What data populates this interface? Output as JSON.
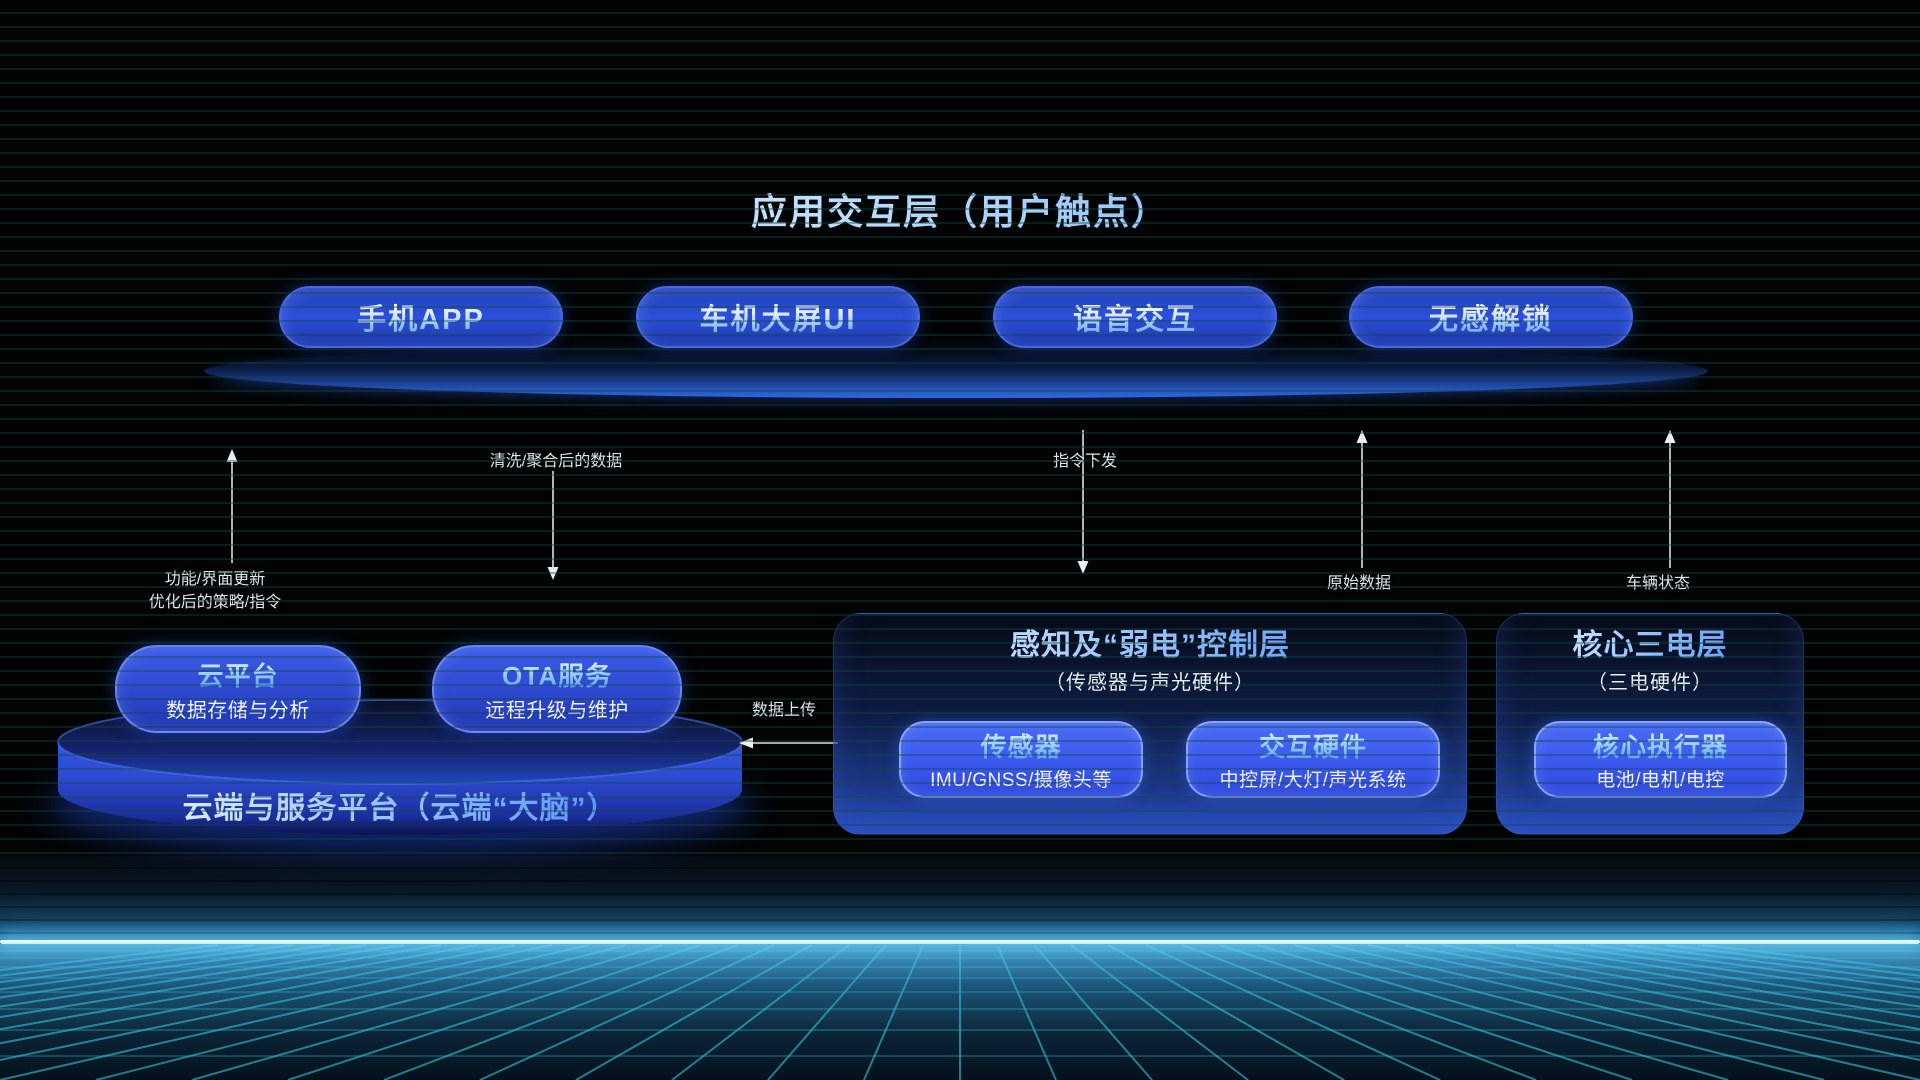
{
  "title": "应用交互层（用户触点）",
  "app_layer": {
    "buttons": [
      {
        "label": "手机APP"
      },
      {
        "label": "车机大屏UI"
      },
      {
        "label": "语音交互"
      },
      {
        "label": "无感解锁"
      }
    ]
  },
  "flows": {
    "update": {
      "line1": "功能/界面更新",
      "line2": "优化后的策略/指令"
    },
    "cleaned_data": "清洗/聚合后的数据",
    "command_down": "指令下发",
    "raw_data": "原始数据",
    "vehicle_status": "车辆状态",
    "data_upload": "数据上传"
  },
  "cloud": {
    "platform_title": "云端与服务平台（云端“大脑”）",
    "nodes": [
      {
        "title": "云平台",
        "subtitle": "数据存储与分析"
      },
      {
        "title": "OTA服务",
        "subtitle": "远程升级与维护"
      }
    ]
  },
  "control_layer": {
    "title": "感知及“弱电”控制层",
    "subtitle": "（传感器与声光硬件）",
    "nodes": [
      {
        "title": "传感器",
        "subtitle": "IMU/GNSS/摄像头等"
      },
      {
        "title": "交互硬件",
        "subtitle": "中控屏/大灯/声光系统"
      }
    ]
  },
  "power_layer": {
    "title": "核心三电层",
    "subtitle": "（三电硬件）",
    "nodes": [
      {
        "title": "核心执行器",
        "subtitle": "电池/电机/电控"
      }
    ]
  },
  "colors": {
    "accent_blue": "#2f6ae8",
    "node_blue": "#3d5ef2",
    "grid_cyan": "#35d8ea",
    "horizon_glow": "#b6f2ff",
    "text_light": "#e8f0f4"
  }
}
